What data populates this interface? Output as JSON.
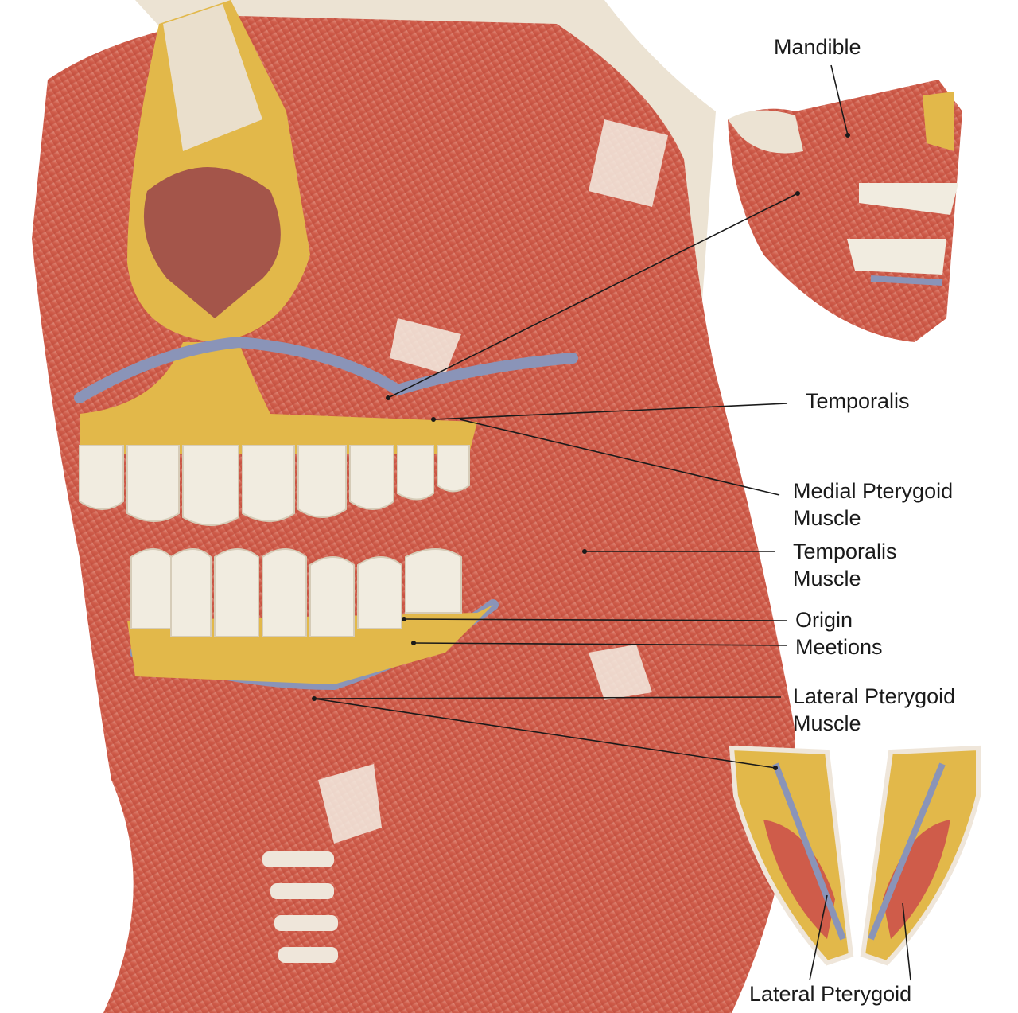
{
  "title": "Jaw muscles anatomy illustration",
  "labels": {
    "mandible": "Mandible",
    "temporalis": "Temporalis",
    "medial_pterygoid_1": "Medial Pterygoid",
    "medial_pterygoid_2": "Muscle",
    "temporalis_muscle_1": "Temporalis",
    "temporalis_muscle_2": "Muscle",
    "origin": "Origin",
    "meetions": "Meetions",
    "lateral_pterygoid_1": "Lateral Pterygoid",
    "lateral_pterygoid_2": "Muscle",
    "lateral_pterygoid_bottom": "Lateral Pterygoid"
  },
  "colors": {
    "muscle": "#d2614f",
    "muscle_light": "#e8a090",
    "tendon": "#efe6da",
    "bone": "#e6d9c3",
    "yellow": "#e2b84a",
    "vessel": "#8a94b8",
    "tooth": "#f1ece0"
  }
}
